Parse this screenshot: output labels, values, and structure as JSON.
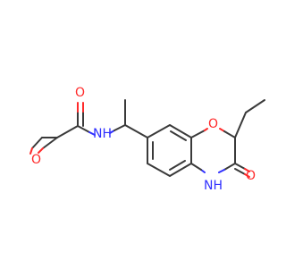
{
  "molecule": {
    "atoms": {
      "amide_oxygen": "O",
      "amide_nitrogen": "NH",
      "epoxide_oxygen": "O",
      "ring_oxygen": "O",
      "ring_nh": "NH",
      "lactam_oxygen": "O"
    },
    "colors": {
      "carbon_bond": "#3a3a3a",
      "oxygen": "#ff2a2a",
      "nitrogen": "#3030ff",
      "background": "#ffffff"
    }
  }
}
